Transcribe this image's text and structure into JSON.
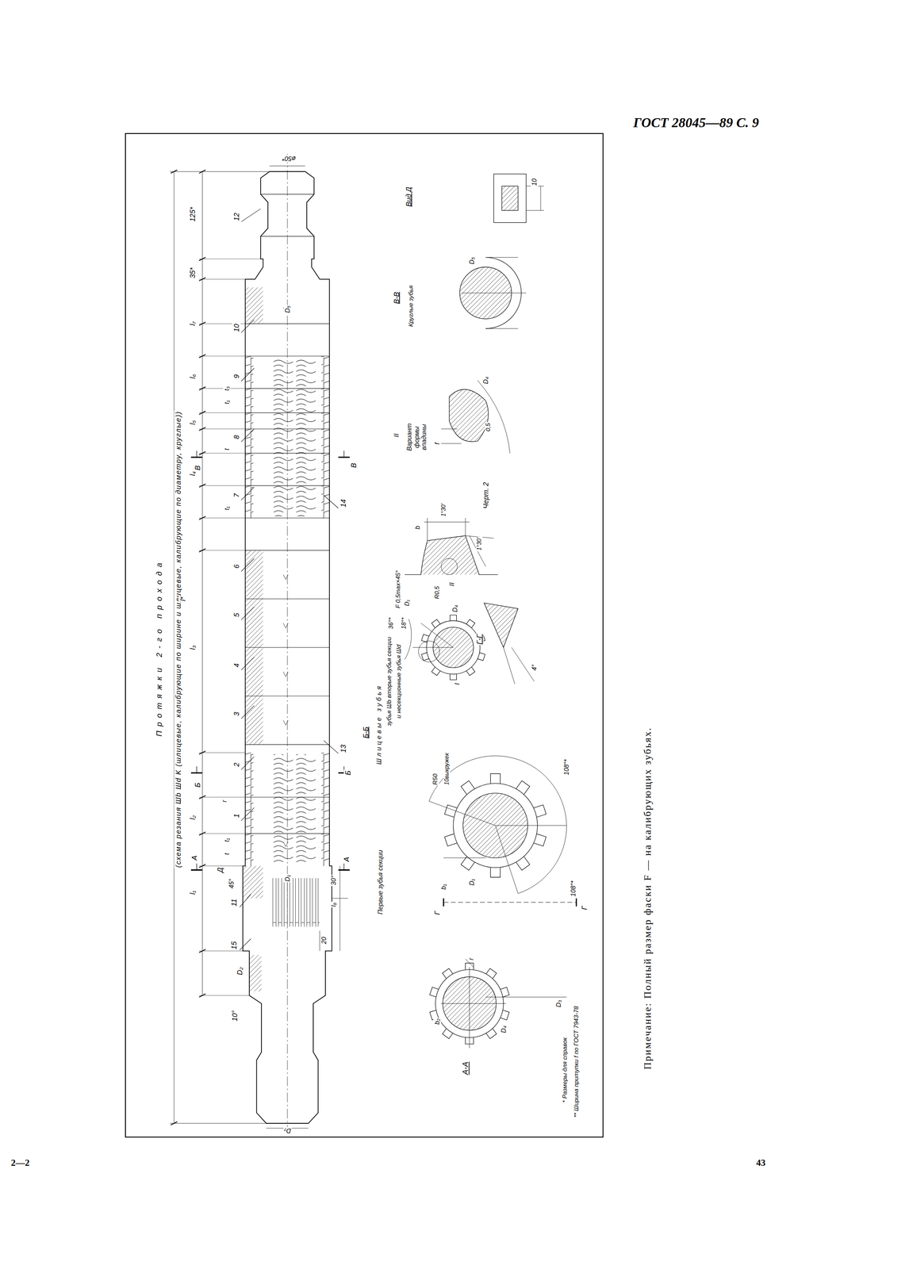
{
  "diagram": {
    "title": "Протяжки 2-го прохода",
    "caption": "Черт. 2",
    "labels": [
      "ГОСТ 28045—89 С. 9",
      "(схема резания Шb Шd K (шлицевые, калибрующие по ширине и шлицевые, калибрующие по диаметру, круглые))",
      "l₁",
      "l₂",
      "l*",
      "l₃",
      "l₄",
      "l₅",
      "l₆",
      "l₇",
      "35*",
      "125*",
      "ø50*",
      "D₇",
      "10°",
      "D₂",
      "15",
      "11",
      "Д",
      "45°",
      "А",
      "А",
      "t",
      "t₁",
      "r",
      "1",
      "Б",
      "Б",
      "2",
      "13",
      "3",
      "4",
      "5",
      "6",
      "t₁",
      "7",
      "14",
      "В",
      "В",
      "t",
      "8",
      "t₁",
      "t₃",
      "9",
      "10",
      "D₅",
      "12",
      "20",
      "l₈",
      "30°",
      "D₁",
      "А-А",
      "b₂",
      "r",
      "D₄",
      "D₃",
      "* Размеры для справок",
      "** Ширина притупки f по ГОСТ 7943-78",
      "Первые зубья секции",
      "Г",
      "Г",
      "b₁",
      "D₁",
      "108°*",
      "108°*",
      "R50",
      "10выкружек",
      "Шлицевые зубья",
      "Б-Б",
      "зубья Шb вторые зубья секции",
      "и несекционные зубья Шd",
      "36°*",
      "18°*",
      "D₁",
      "I",
      "D₄",
      "Г-Г",
      "4°",
      "b",
      "1°30'",
      "1°30'",
      "R0,5",
      "II",
      "F 0,5max×45°",
      "II",
      "Вариант формы впадины",
      "f",
      "0,5",
      "D₄",
      "В-В",
      "Круглые зубья",
      "D₅",
      "Вид Д",
      "10",
      "Примечание: Полный размер фаски F — на калибрующих зубьях.",
      "2—2",
      "43"
    ]
  }
}
